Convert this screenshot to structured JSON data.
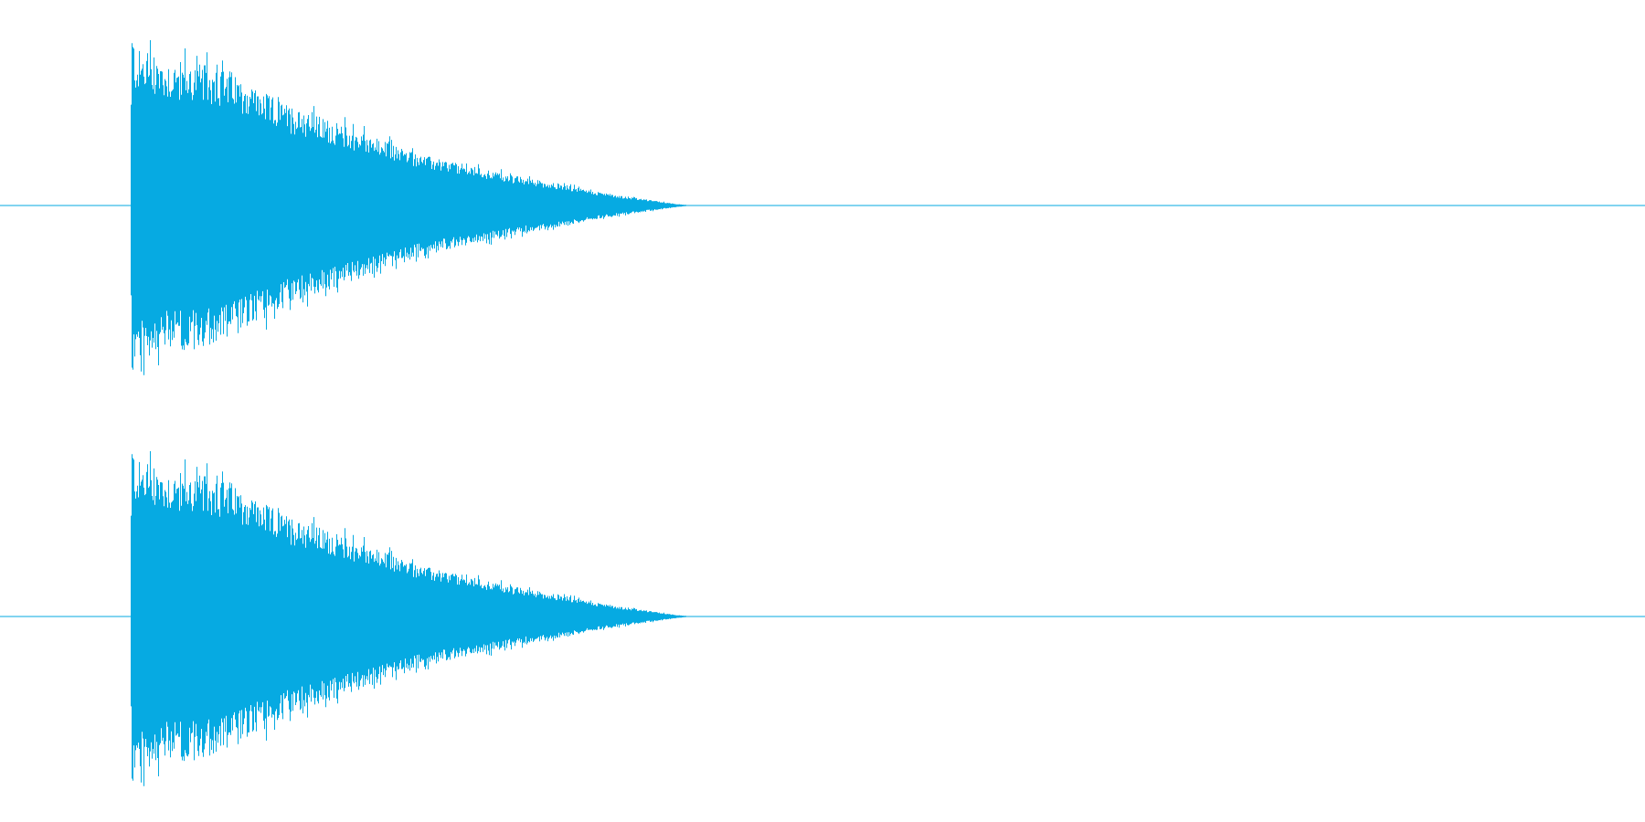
{
  "chart_data": {
    "type": "area",
    "description_hidden": "",
    "channels": [
      {
        "color": "#06aae2",
        "envelope": [
          {
            "t": 0.0,
            "amp": 0.0
          },
          {
            "t": 0.0792,
            "amp": 0.0
          },
          {
            "t": 0.0796,
            "amp": 1.0
          },
          {
            "t": 0.082,
            "amp": 0.86
          },
          {
            "t": 0.1,
            "amp": 0.8
          },
          {
            "t": 0.12,
            "amp": 0.78
          },
          {
            "t": 0.14,
            "amp": 0.74
          },
          {
            "t": 0.16,
            "amp": 0.62
          },
          {
            "t": 0.18,
            "amp": 0.53
          },
          {
            "t": 0.2,
            "amp": 0.47
          },
          {
            "t": 0.22,
            "amp": 0.4
          },
          {
            "t": 0.24,
            "amp": 0.33
          },
          {
            "t": 0.26,
            "amp": 0.27
          },
          {
            "t": 0.28,
            "amp": 0.23
          },
          {
            "t": 0.3,
            "amp": 0.19
          },
          {
            "t": 0.32,
            "amp": 0.15
          },
          {
            "t": 0.34,
            "amp": 0.12
          },
          {
            "t": 0.36,
            "amp": 0.08
          },
          {
            "t": 0.38,
            "amp": 0.05
          },
          {
            "t": 0.395,
            "amp": 0.03
          },
          {
            "t": 0.41,
            "amp": 0.01
          },
          {
            "t": 0.42,
            "amp": 0.0
          },
          {
            "t": 1.0,
            "amp": 0.0
          }
        ]
      },
      {
        "color": "#06aae2",
        "envelope": [
          {
            "t": 0.0,
            "amp": 0.0
          },
          {
            "t": 0.0792,
            "amp": 0.0
          },
          {
            "t": 0.0796,
            "amp": 1.0
          },
          {
            "t": 0.082,
            "amp": 0.86
          },
          {
            "t": 0.1,
            "amp": 0.8
          },
          {
            "t": 0.12,
            "amp": 0.78
          },
          {
            "t": 0.14,
            "amp": 0.74
          },
          {
            "t": 0.16,
            "amp": 0.62
          },
          {
            "t": 0.18,
            "amp": 0.53
          },
          {
            "t": 0.2,
            "amp": 0.47
          },
          {
            "t": 0.22,
            "amp": 0.4
          },
          {
            "t": 0.24,
            "amp": 0.33
          },
          {
            "t": 0.26,
            "amp": 0.27
          },
          {
            "t": 0.28,
            "amp": 0.23
          },
          {
            "t": 0.3,
            "amp": 0.19
          },
          {
            "t": 0.32,
            "amp": 0.15
          },
          {
            "t": 0.34,
            "amp": 0.12
          },
          {
            "t": 0.36,
            "amp": 0.08
          },
          {
            "t": 0.38,
            "amp": 0.05
          },
          {
            "t": 0.395,
            "amp": 0.03
          },
          {
            "t": 0.41,
            "amp": 0.01
          },
          {
            "t": 0.42,
            "amp": 0.0
          },
          {
            "t": 1.0,
            "amp": 0.0
          }
        ]
      }
    ],
    "ylim": [
      -1,
      1
    ],
    "xlim": [
      0,
      1
    ],
    "grid": false,
    "legend": "none"
  }
}
